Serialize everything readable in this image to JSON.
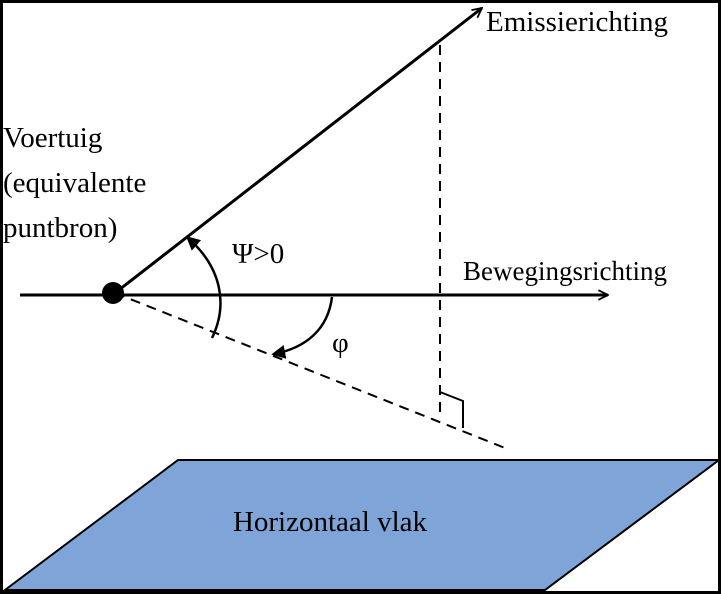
{
  "labels": {
    "emission": "Emissierichting",
    "vehicle_line1": "Voertuig",
    "vehicle_line2": "(equivalente",
    "vehicle_line3": "puntbron)",
    "psi": "Ψ>0",
    "movement": "Bewegingsrichting",
    "phi": "φ",
    "plane": "Horizontaal vlak"
  },
  "colors": {
    "plane_fill": "#7ea4d8",
    "stroke": "#000000",
    "background": "#ffffff"
  }
}
